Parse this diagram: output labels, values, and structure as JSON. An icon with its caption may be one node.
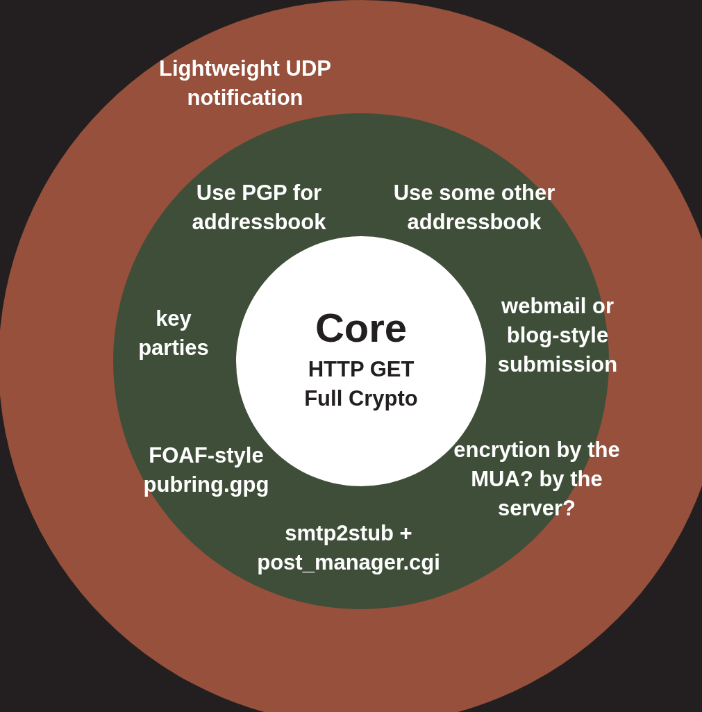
{
  "diagram": {
    "nodes": [
      {
        "text": [
          "Lightweight UDP notification"
        ]
      },
      {
        "text": [
          "Use PGP for addressbook",
          "Use some other addressbook",
          "key parties",
          "webmail or blog-style submission",
          "FOAF-style pubring.gpg",
          "encrytion by the MUA? by the server?",
          "smtp2stub + post_manager.cgi"
        ],
        "in": 0
      },
      {
        "text": [
          "Core",
          "HTTP GET Full Crypto"
        ],
        "in": 1
      }
    ],
    "edges": []
  }
}
